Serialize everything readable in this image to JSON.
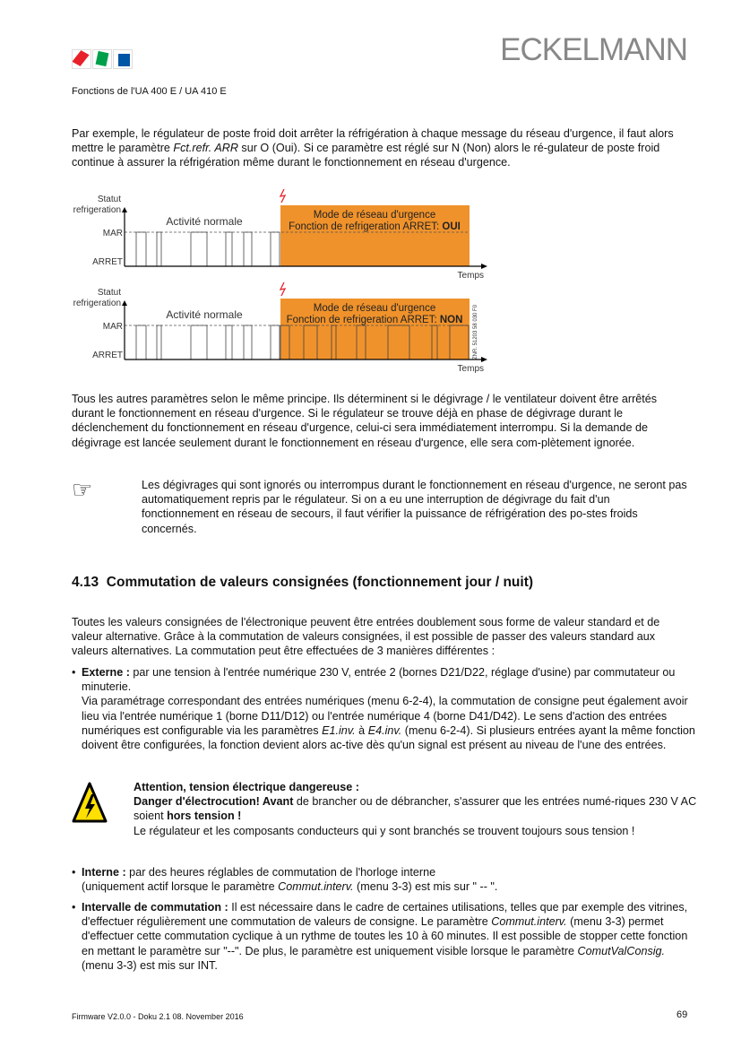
{
  "header": {
    "brand": "ECKELMANN",
    "subtitle": "Fonctions de l'UA 400 E / UA 410 E",
    "logo_colors": [
      "#e8202a",
      "#00a04a",
      "#0055a5"
    ]
  },
  "intro": {
    "t1": "Par exemple, le régulateur de poste froid doit arrêter la réfrigération à chaque message du réseau d'urgence, il faut alors mettre le paramètre ",
    "param": "Fct.refr. ARR",
    "t2": " sur O (Oui). Si ce paramètre est réglé sur N (Non) alors le ré-gulateur de poste froid continue à assurer la réfrigération même durant le fonctionnement en réseau d'urgence."
  },
  "diagram": {
    "orange": "#f0922b",
    "ylabel1": "Statut",
    "ylabel2": "refrigeration",
    "mar": "MAR",
    "arret": "ARRET",
    "xlabel": "Temps",
    "normal": "Activité normale",
    "mode": "Mode de réseau d'urgence",
    "func": "Fonction de refrigeration ARRET: ",
    "oui": "OUI",
    "non": "NON",
    "ref": "ZNR. 51203 58 030 F0"
  },
  "para2": "Tous les autres paramètres selon le même principe. Ils déterminent si le dégivrage / le ventilateur doivent être arrêtés durant le fonctionnement en réseau d'urgence. Si le régulateur se trouve déjà en phase de dégivrage durant le déclenchement du fonctionnement en réseau d'urgence, celui-ci sera immédiatement interrompu. Si la demande de dégivrage est lancée seulement durant le fonctionnement en réseau d'urgence, elle sera com-plètement ignorée.",
  "note": "Les dégivrages qui sont ignorés ou interrompus durant le fonctionnement en réseau d'urgence, ne seront pas automatiquement repris par le régulateur. Si on a eu une interruption de dégivrage du fait d'un fonctionnement en réseau de secours, il faut vérifier la puissance de réfrigération des po-stes froids concernés.",
  "section": {
    "number": "4.13",
    "title": "Commutation de valeurs consignées (fonctionnement jour / nuit)"
  },
  "para3": "Toutes les valeurs consignées de l'électronique peuvent être entrées doublement sous forme de valeur standard et de valeur alternative. Grâce à la commutation de valeurs consignées, il est possible de passer des valeurs standard aux valeurs alternatives. La commutation peut être effectuées de 3 manières différentes :",
  "b1": {
    "label": "Externe :",
    "t1": " par une tension à l'entrée numérique 230 V, entrée 2 (bornes D21/D22, réglage d'usine) par commutateur ou minuterie.",
    "t2": "Via paramétrage correspondant des entrées numériques (menu 6-2-4), la commutation de consigne peut également avoir lieu via l'entrée numérique 1 (borne D11/D12) ou l'entrée numérique 4 (borne D41/D42). Le sens d'action des entrées numériques est configurable via les paramètres ",
    "p1": "E1.inv.",
    "t3": " à ",
    "p2": "E4.inv.",
    "t4": " (menu 6-2-4). Si plusieurs entrées ayant la même fonction doivent être configurées, la fonction devient alors ac-tive dès qu'un signal est présent au niveau de l'une des entrées."
  },
  "warn": {
    "title": "Attention, tension électrique dangereuse :",
    "b1": "Danger d'électrocution! Avant",
    "t1": " de brancher ou de débrancher, s'assurer que les entrées numé-riques  230 V AC soient ",
    "b2": "hors tension !",
    "t2": "Le régulateur et les composants conducteurs qui y sont branchés se trouvent toujours sous tension !"
  },
  "b2": {
    "label": "Interne :",
    "t1": " par des heures réglables de commutation de l'horloge interne",
    "t2": "(uniquement actif lorsque le paramètre ",
    "p1": "Commut.interv.",
    "t3": " (menu 3-3) est mis sur \" -- \"."
  },
  "b3": {
    "label": "Intervalle de commutation :",
    "t1": " Il est nécessaire dans le cadre de certaines utilisations, telles que par exemple des vitrines, d'effectuer régulièrement une commutation de valeurs de consigne. Le paramètre ",
    "p1": "Commut.interv.",
    "t2": " (menu 3-3) permet d'effectuer cette commutation cyclique à un rythme de toutes les 10 à 60 minutes. Il est possible de stopper cette fonction en mettant le paramètre sur \"--\". De plus, le paramètre est uniquement visible lorsque le paramètre ",
    "p2": "ComutValConsig.",
    "t3": " (menu 3-3) est mis sur INT."
  },
  "footer": {
    "left": "Firmware V2.0.0 - Doku 2.1   08. November 2016",
    "page": "69"
  }
}
